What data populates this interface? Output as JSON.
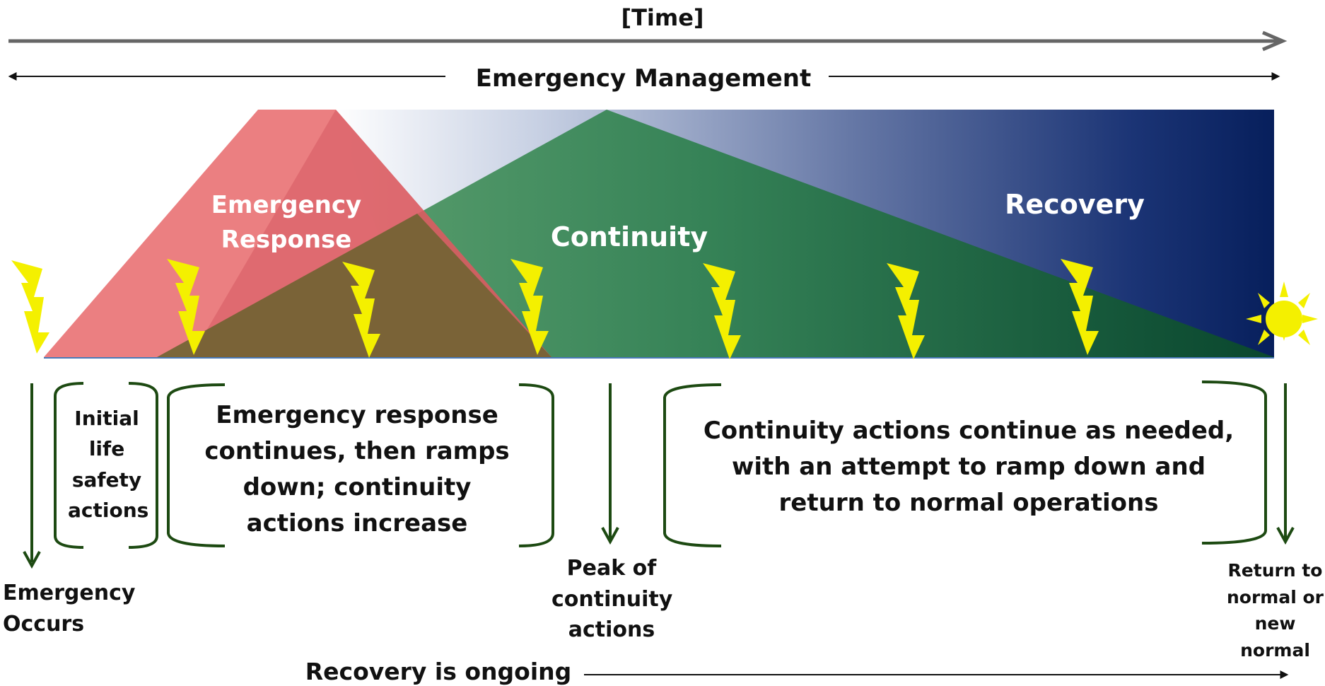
{
  "header": {
    "time_label": "[Time]",
    "emergency_management_label": "Emergency Management"
  },
  "phases": {
    "emergency_response": "Emergency Response",
    "continuity": "Continuity",
    "recovery": "Recovery"
  },
  "colors": {
    "response_red": "#e8686b",
    "continuity_green": "#2e8b57",
    "recovery_navy": "#0b2a66",
    "bolt_yellow": "#f4f000",
    "arrow_dark_green": "#1d4a12"
  },
  "icons": [
    "lightning-bolt-icon",
    "sun-icon"
  ],
  "annotations": {
    "emergency_occurs": "Emergency Occurs",
    "initial_life_safety": "Initial life safety actions",
    "response_continues": "Emergency response continues, then ramps down; continuity actions increase",
    "peak_of_continuity": "Peak of continuity actions",
    "continuity_continues": "Continuity actions continue as needed, with an attempt to ramp down and return to normal operations",
    "return_to_normal": "Return to normal or new normal",
    "recovery_ongoing": "Recovery is ongoing"
  }
}
